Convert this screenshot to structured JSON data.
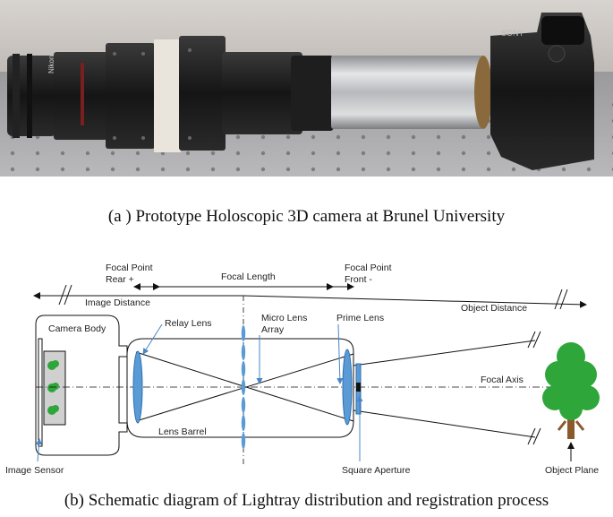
{
  "photo": {
    "camera_brand": "SONY",
    "lens_text": "Nikon"
  },
  "captions": {
    "a": "(a ) Prototype Holoscopic 3D camera at Brunel University",
    "b": "(b) Schematic diagram of Lightray distribution and registration process"
  },
  "labels": {
    "focal_point_rear_1": "Focal Point",
    "focal_point_rear_2": "Rear +",
    "focal_length": "Focal Length",
    "focal_point_front_1": "Focal Point",
    "focal_point_front_2": "Front -",
    "image_distance": "Image Distance",
    "object_distance": "Object Distance",
    "camera_body": "Camera Body",
    "relay_lens": "Relay Lens",
    "micro_lens_1": "Micro Lens",
    "micro_lens_2": "Array",
    "prime_lens": "Prime Lens",
    "focal_axis": "Focal Axis",
    "lens_barrel": "Lens Barrel",
    "image_sensor": "Image Sensor",
    "square_aperture": "Square Aperture",
    "object_plane": "Object Plane"
  }
}
